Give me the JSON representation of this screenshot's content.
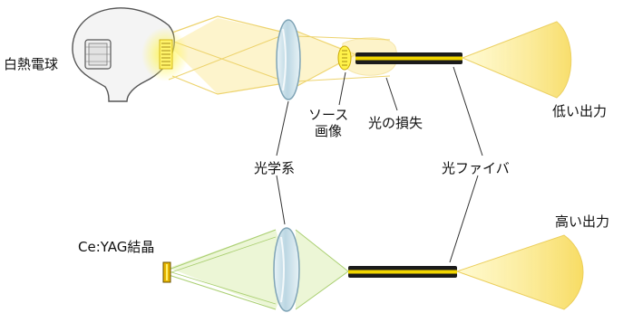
{
  "labels": {
    "incandescent_bulb": "白熱電球",
    "source_image": [
      "ソース",
      "画像"
    ],
    "light_loss": "光の損失",
    "low_output": "低い出力",
    "optics": "光学系",
    "optical_fiber": "光ファイバ",
    "ce_yag_crystal": "Ce:YAG結晶",
    "high_output": "高い出力"
  },
  "colors": {
    "yellow_beam": "#fbe68a",
    "yellow_edge": "#e9c94a",
    "green_beam": "#d9ecae",
    "green_edge": "#9cc75a",
    "lens_fill": "#cfe3ec",
    "lens_edge": "#7fa4b6",
    "fiber_core": "#f2d600",
    "fiber_jacket": "#1b1b1b",
    "leader_line": "#333333"
  }
}
